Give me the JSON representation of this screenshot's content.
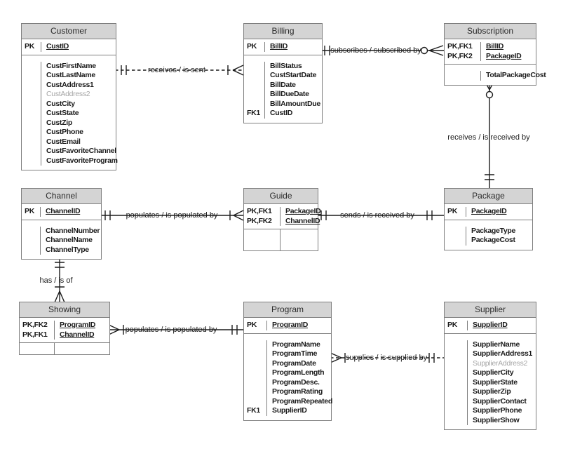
{
  "diagram": {
    "type": "entity-relationship-diagram",
    "notation": "crow's foot",
    "colors": {
      "header_fill": "#d4d4d4",
      "line": "#1c1c1c",
      "muted_text": "#a6a6a6",
      "border": "#7f7f7f"
    }
  },
  "entities": [
    {
      "title": "Customer",
      "key_w": 28,
      "sections": [
        {
          "kind": "keys",
          "rows": [
            {
              "key": "PK",
              "name": "CustID",
              "pk": true
            }
          ]
        },
        {
          "kind": "attrs",
          "rows": [
            {
              "name": "CustFirstName"
            },
            {
              "name": "CustLastName"
            },
            {
              "name": "CustAddress1"
            },
            {
              "name": "CustAddress2",
              "muted": true
            },
            {
              "name": "CustCity"
            },
            {
              "name": "CustState"
            },
            {
              "name": "CustZip"
            },
            {
              "name": "CustPhone"
            },
            {
              "name": "CustEmail"
            },
            {
              "name": "CustFavoriteChannel"
            },
            {
              "name": "CustFavoriteProgram"
            }
          ]
        }
      ]
    },
    {
      "title": "Billing",
      "key_w": 30,
      "sections": [
        {
          "kind": "keys",
          "rows": [
            {
              "key": "PK",
              "name": "BillID",
              "pk": true
            }
          ]
        },
        {
          "kind": "attrs",
          "rows": [
            {
              "name": "BillStatus"
            },
            {
              "name": "CustStartDate"
            },
            {
              "name": "BillDate"
            },
            {
              "name": "BillDueDate"
            },
            {
              "name": "BillAmountDue"
            },
            {
              "key": "FK1",
              "name": "CustID"
            }
          ]
        }
      ]
    },
    {
      "title": "Subscription",
      "key_w": 52,
      "sections": [
        {
          "kind": "keys",
          "rows": [
            {
              "key": "PK,FK1",
              "name": "BillID",
              "pk": true
            },
            {
              "key": "PK,FK2",
              "name": "PackageID",
              "pk": true
            }
          ]
        },
        {
          "kind": "attrs",
          "rows": [
            {
              "name": "TotalPackageCost"
            }
          ]
        }
      ]
    },
    {
      "title": "Channel",
      "key_w": 27,
      "sections": [
        {
          "kind": "keys",
          "rows": [
            {
              "key": "PK",
              "name": "ChannelID",
              "pk": true
            }
          ]
        },
        {
          "kind": "attrs",
          "rows": [
            {
              "name": "ChannelNumber"
            },
            {
              "name": "ChannelName"
            },
            {
              "name": "ChannelType"
            }
          ]
        }
      ]
    },
    {
      "title": "Guide",
      "key_w": 52,
      "sections": [
        {
          "kind": "keys",
          "rows": [
            {
              "key": "PK,FK1",
              "name": "PackageID",
              "pk": true
            },
            {
              "key": "PK,FK2",
              "name": "ChannelID",
              "pk": true
            }
          ]
        },
        {
          "kind": "empty",
          "h": 30,
          "rows": []
        }
      ]
    },
    {
      "title": "Package",
      "key_w": 31,
      "sections": [
        {
          "kind": "keys",
          "rows": [
            {
              "key": "PK",
              "name": "PackageID",
              "pk": true
            }
          ]
        },
        {
          "kind": "attrs",
          "rows": [
            {
              "name": "PackageType"
            },
            {
              "name": "PackageCost"
            }
          ]
        }
      ]
    },
    {
      "title": "Showing",
      "key_w": 50,
      "sections": [
        {
          "kind": "keys",
          "rows": [
            {
              "key": "PK,FK2",
              "name": "ProgramID",
              "pk": true
            },
            {
              "key": "PK,FK1",
              "name": "ChannelID",
              "pk": true
            }
          ]
        },
        {
          "kind": "empty",
          "h": 16,
          "rows": []
        }
      ]
    },
    {
      "title": "Program",
      "key_w": 33,
      "sections": [
        {
          "kind": "keys",
          "rows": [
            {
              "key": "PK",
              "name": "ProgramID",
              "pk": true
            }
          ]
        },
        {
          "kind": "attrs",
          "rows": [
            {
              "name": "ProgramName"
            },
            {
              "name": "ProgramTime"
            },
            {
              "name": "ProgramDate"
            },
            {
              "name": "ProgramLength"
            },
            {
              "name": "ProgramDesc."
            },
            {
              "name": "ProgramRating"
            },
            {
              "name": "ProgramRepeated"
            },
            {
              "key": "FK1",
              "name": "SupplierID"
            }
          ]
        }
      ]
    },
    {
      "title": "Supplier",
      "key_w": 33,
      "sections": [
        {
          "kind": "keys",
          "rows": [
            {
              "key": "PK",
              "name": "SupplierID",
              "pk": true
            }
          ]
        },
        {
          "kind": "attrs",
          "rows": [
            {
              "name": "SupplierName"
            },
            {
              "name": "SupplierAddress1"
            },
            {
              "name": "SupplierAddress2",
              "muted": true
            },
            {
              "name": "SupplierCity"
            },
            {
              "name": "SupplierState"
            },
            {
              "name": "SupplierZip"
            },
            {
              "name": "SupplierContact"
            },
            {
              "name": "SupplierPhone"
            },
            {
              "name": "SupplierShow"
            }
          ]
        }
      ]
    }
  ],
  "relationships": [
    {
      "from": "Customer",
      "to": "Billing",
      "label": "receives / is sent",
      "line": "dashed",
      "from_cardinality": "one-and-only-one",
      "to_cardinality": "one-or-many"
    },
    {
      "from": "Billing",
      "to": "Subscription",
      "label": "subscribes / subscribed by",
      "line": "solid",
      "from_cardinality": "one-and-only-one",
      "to_cardinality": "zero-or-many"
    },
    {
      "from": "Subscription",
      "to": "Package",
      "label": "receives / is received by",
      "line": "solid",
      "from_cardinality": "zero-or-many",
      "to_cardinality": "one-and-only-one"
    },
    {
      "from": "Channel",
      "to": "Guide",
      "label": "populates / is populated by",
      "line": "solid",
      "from_cardinality": "one-and-only-one",
      "to_cardinality": "one-or-many"
    },
    {
      "from": "Guide",
      "to": "Package",
      "label": "sends / is received by",
      "line": "solid",
      "from_cardinality": "one-and-only-one",
      "to_cardinality": "one-and-only-one"
    },
    {
      "from": "Channel",
      "to": "Showing",
      "label": "has / is of",
      "line": "solid",
      "from_cardinality": "one-and-only-one",
      "to_cardinality": "one-or-many"
    },
    {
      "from": "Showing",
      "to": "Program",
      "label": "populates / is populated by",
      "line": "solid",
      "from_cardinality": "one-or-many",
      "to_cardinality": "one-and-only-one"
    },
    {
      "from": "Program",
      "to": "Supplier",
      "label": "supplies / is supplied by",
      "line": "dashed",
      "from_cardinality": "one-or-many",
      "to_cardinality": "one-and-only-one"
    }
  ]
}
